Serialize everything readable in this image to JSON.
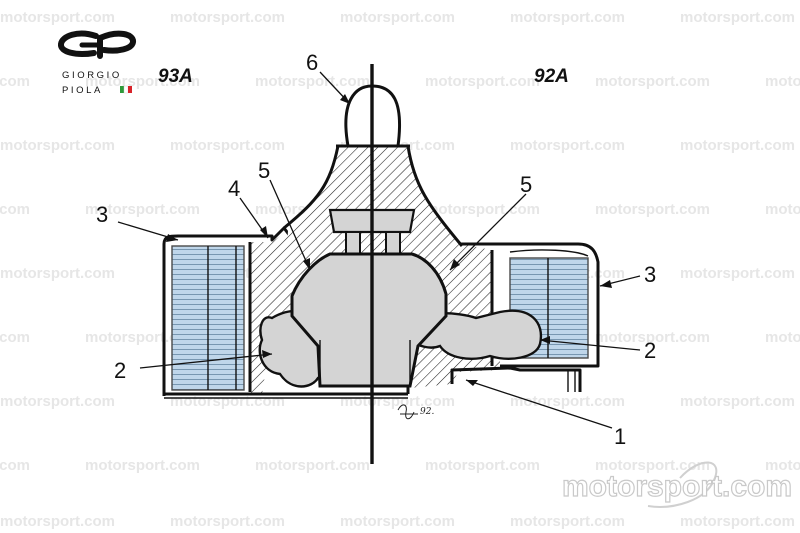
{
  "brand": {
    "name_line1": "GIORGIO",
    "name_line2": "PIOLA",
    "flag_colors": [
      "#2e9a3a",
      "#ffffff",
      "#d8232a"
    ]
  },
  "variants": {
    "left": "93A",
    "right": "92A"
  },
  "callouts": [
    "1",
    "2",
    "2",
    "3",
    "3",
    "4",
    "5",
    "5",
    "6"
  ],
  "signature": "92.",
  "watermark": {
    "text": "motorsport.com",
    "large_text": "motorsport.com"
  },
  "colors": {
    "radiator_blue": "#b9d2e8",
    "body_grey": "#d4d4d4",
    "ink": "#111111"
  }
}
